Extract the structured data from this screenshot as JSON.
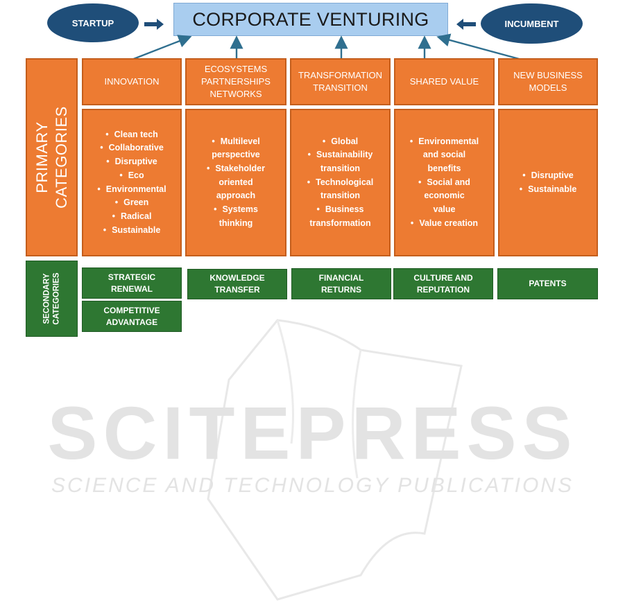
{
  "diagram": {
    "title": "CORPORATE VENTURING",
    "left_node": "STARTUP",
    "right_node": "INCUMBENT",
    "primary_label": "PRIMARY\nCATEGORIES",
    "secondary_label": "SECONDARY\nCATEGORIES",
    "categories": [
      {
        "heading": "INNOVATION",
        "items": [
          "Clean tech",
          "Collaborative",
          "Disruptive",
          "Eco",
          "Environmental",
          "Green",
          "Radical",
          "Sustainable"
        ]
      },
      {
        "heading": "ECOSYSTEMS\nPARTNERSHIPS\nNETWORKS",
        "items": [
          "Multilevel\nperspective",
          "Stakeholder\noriented\napproach",
          "Systems\nthinking"
        ]
      },
      {
        "heading": "TRANSFORMATION\nTRANSITION",
        "items": [
          "Global",
          "Sustainability\ntransition",
          "Technological\ntransition",
          "Business\ntransformation"
        ]
      },
      {
        "heading": "SHARED VALUE",
        "items": [
          "Environmental\nand social\nbenefits",
          "Social and\neconomic\nvalue",
          "Value creation"
        ]
      },
      {
        "heading": "NEW BUSINESS\nMODELS",
        "items": [
          "Disruptive",
          "Sustainable"
        ]
      }
    ],
    "secondary": [
      "STRATEGIC\nRENEWAL",
      "COMPETITIVE\nADVANTAGE",
      "KNOWLEDGE\nTRANSFER",
      "FINANCIAL\nRETURNS",
      "CULTURE AND\nREPUTATION",
      "PATENTS"
    ]
  },
  "watermark": {
    "brand": "SCITEPRESS",
    "tagline": "SCIENCE AND TECHNOLOGY PUBLICATIONS"
  },
  "colors": {
    "orange": "#ed7b32",
    "green": "#2e7732",
    "navy": "#1f4e79",
    "title_bg": "#a9cdef",
    "arrow": "#2f6f8f"
  }
}
